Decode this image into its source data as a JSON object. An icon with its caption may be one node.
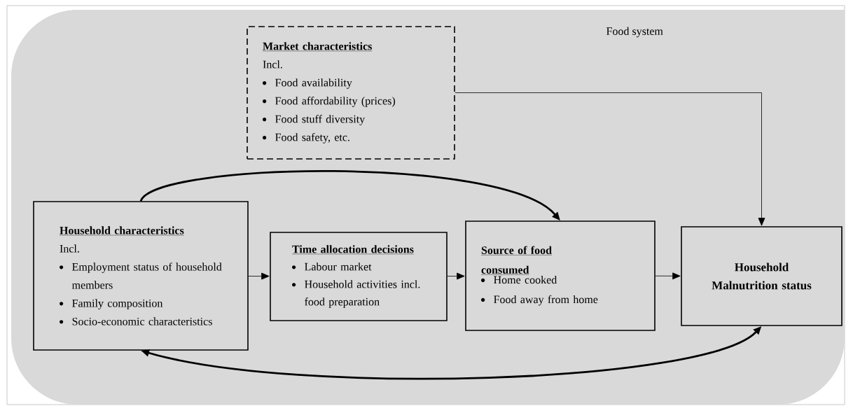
{
  "diagram": {
    "nodes": [
      {
        "text": [
          "Food system"
        ]
      },
      {
        "text": [
          "Market characteristics",
          "Incl.",
          "Food availability",
          "Food affordability (prices)",
          "Food stuff diversity",
          "Food safety, etc."
        ],
        "in": 0
      },
      {
        "text": [
          "Household characteristics",
          "Incl.",
          "Employment status of household members",
          "Family composition",
          "Socio-economic characteristics"
        ],
        "in": 0
      },
      {
        "text": [
          "Time allocation decisions",
          "Labour market",
          "Household activities incl. food preparation"
        ],
        "in": 0
      },
      {
        "text": [
          "Source of food consumed",
          "Home cooked",
          "Food away from home"
        ],
        "in": 0
      },
      {
        "text": [
          "Household Malnutrition status"
        ],
        "in": 0
      }
    ],
    "edges": [
      {
        "from": 1,
        "to": 5,
        "arrow": "to"
      },
      {
        "from": 2,
        "to": 4,
        "arrow": "to",
        "style": "thick"
      },
      {
        "from": 2,
        "to": 3,
        "arrow": "to"
      },
      {
        "from": 3,
        "to": 4,
        "arrow": "to"
      },
      {
        "from": 4,
        "to": 5,
        "arrow": "to"
      },
      {
        "from": 5,
        "to": 2,
        "arrow": "both",
        "style": "thick"
      }
    ]
  }
}
